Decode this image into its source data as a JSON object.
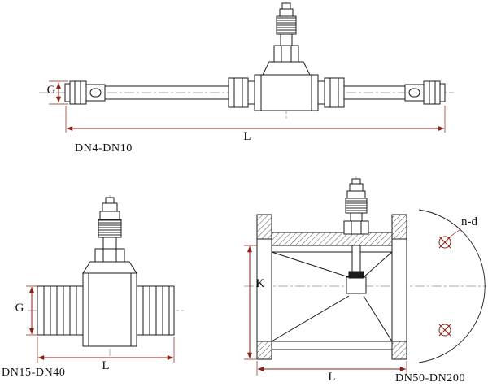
{
  "colors": {
    "background": "#ffffff",
    "line": "#1b1b1b",
    "dimension": "#8b2016",
    "centerline": "#8a8a8a"
  },
  "views": {
    "top": {
      "caption": "DN4-DN10",
      "dim_g": "G",
      "dim_l": "L"
    },
    "bottom_left": {
      "caption": "DN15-DN40",
      "dim_g": "G",
      "dim_l": "L"
    },
    "bottom_right": {
      "caption": "DN50-DN200",
      "dim_k": "K",
      "dim_l": "L",
      "bolt_label": "n-d"
    }
  }
}
